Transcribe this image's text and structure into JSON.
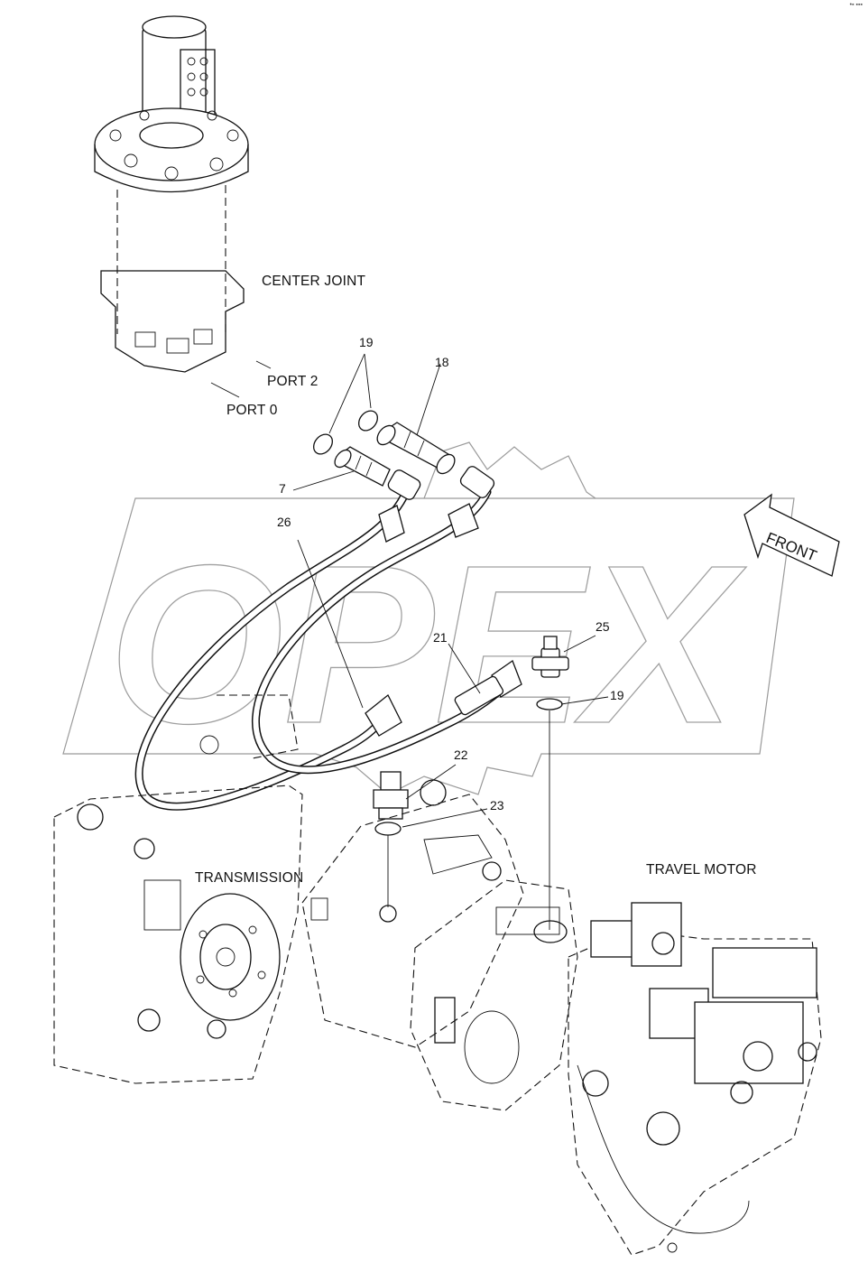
{
  "labels": {
    "center_joint": "CENTER JOINT",
    "port_2": "PORT 2",
    "port_0": "PORT 0",
    "transmission": "TRANSMISSION",
    "travel_motor": "TRAVEL MOTOR",
    "front": "FRONT"
  },
  "part_numbers": {
    "p19_top": "19",
    "p18": "18",
    "p7": "7",
    "p26": "26",
    "p21": "21",
    "p25": "25",
    "p19_right": "19",
    "p22": "22",
    "p23": "23"
  },
  "watermark": "OPEX"
}
